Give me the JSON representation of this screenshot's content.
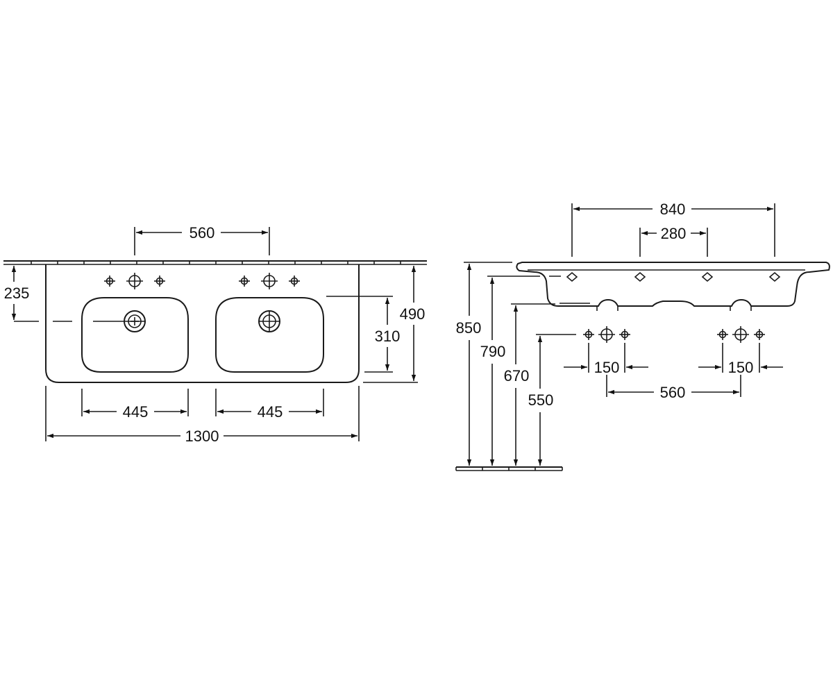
{
  "plan_view": {
    "dim_tap_spacing": "560",
    "dim_depth_to_tap": "235",
    "dim_bowl_depth": "310",
    "dim_total_depth": "490",
    "dim_bowl_width_left": "445",
    "dim_bowl_width_right": "445",
    "dim_total_width": "1300"
  },
  "side_view": {
    "dim_wall_width": "840",
    "dim_fixing_spacing": "280",
    "dim_height_top": "850",
    "dim_height_underside": "790",
    "dim_height_bowl_bottom": "670",
    "dim_height_waste": "550",
    "dim_tap_hole_left": "150",
    "dim_tap_hole_right": "150",
    "dim_waste_spacing": "560"
  }
}
